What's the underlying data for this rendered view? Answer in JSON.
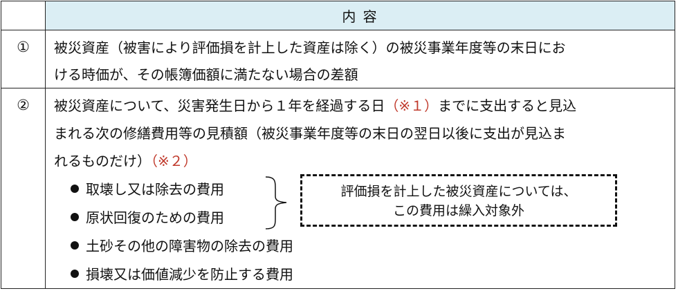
{
  "header": {
    "content_label": "内 容"
  },
  "rows": [
    {
      "number": "①",
      "lines": [
        "被災資産（被害により評価損を計上した資産は除く）の被災事業年度等の末日にお",
        "ける時価が、その帳簿価額に満たない場合の差額"
      ]
    },
    {
      "number": "②",
      "line1": "被災資産について、災害発生日から１年を経過する日",
      "note1": "（※１）",
      "line1_end": "までに支出すると見込",
      "line2": "まれる次の修繕費用等の見積額（被災事業年度等の末日の翌日以後に支出が見込ま",
      "line3": "れるものだけ）",
      "note2": "（※２）",
      "bullets": [
        "取壊し又は除去の費用",
        "原状回復のための費用",
        "土砂その他の障害物の除去の費用",
        "損壊又は価値減少を防止する費用"
      ],
      "callout": [
        "評価損を計上した被災資産については、",
        "この費用は繰入対象外"
      ]
    }
  ],
  "colors": {
    "header_bg": "#dbeef4",
    "note_red": "#c0392b"
  }
}
